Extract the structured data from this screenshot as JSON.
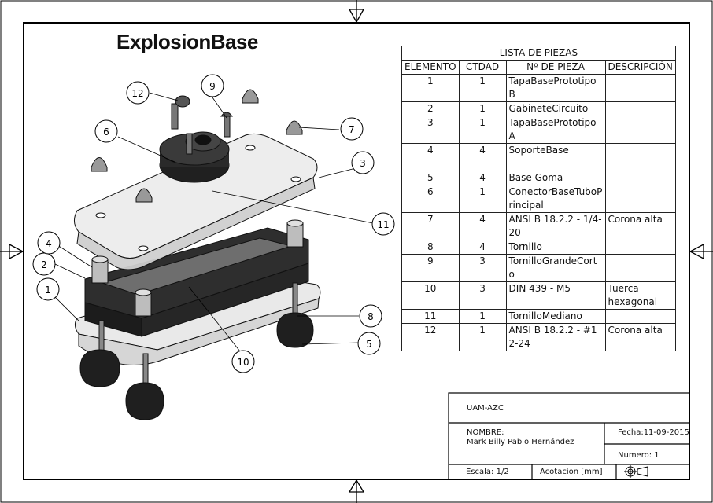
{
  "title": "ExplosionBase",
  "parts_list": {
    "caption": "LISTA DE PIEZAS",
    "headers": [
      "ELEMENTO",
      "CTDAD",
      "Nº DE PIEZA",
      "DESCRIPCIÓN"
    ],
    "rows": [
      {
        "item": "1",
        "qty": "1",
        "part": "TapaBasePrototipoB",
        "desc": ""
      },
      {
        "item": "2",
        "qty": "1",
        "part": "GabineteCircuito",
        "desc": ""
      },
      {
        "item": "3",
        "qty": "1",
        "part": "TapaBasePrototipoA",
        "desc": ""
      },
      {
        "item": "4",
        "qty": "4",
        "part": "SoporteBase",
        "desc": ""
      },
      {
        "item": "5",
        "qty": "4",
        "part": "Base Goma",
        "desc": ""
      },
      {
        "item": "6",
        "qty": "1",
        "part": "ConectorBaseTuboPrincipal",
        "desc": ""
      },
      {
        "item": "7",
        "qty": "4",
        "part": "ANSI B 18.2.2 - 1/4-20",
        "desc": "Corona alta"
      },
      {
        "item": "8",
        "qty": "4",
        "part": "Tornillo",
        "desc": ""
      },
      {
        "item": "9",
        "qty": "3",
        "part": "TornilloGrandeCorto",
        "desc": ""
      },
      {
        "item": "10",
        "qty": "3",
        "part": "DIN 439 - M5",
        "desc": "Tuerca hexagonal"
      },
      {
        "item": "11",
        "qty": "1",
        "part": "TornilloMediano",
        "desc": ""
      },
      {
        "item": "12",
        "qty": "1",
        "part": "ANSI B 18.2.2 - #12-24",
        "desc": "Corona alta"
      }
    ]
  },
  "balloons": [
    "1",
    "2",
    "3",
    "4",
    "5",
    "6",
    "7",
    "8",
    "9",
    "10",
    "11",
    "12"
  ],
  "title_block": {
    "institution": "UAM-AZC",
    "name_label": "NOMBRE:",
    "name_value": "Mark Billy Pablo Hernández",
    "date": "Fecha:11-09-2015",
    "number": "Numero: 1",
    "scale": "Escala: 1/2",
    "units": "Acotacion [mm]",
    "projection_icon": "first-angle-projection-icon"
  }
}
